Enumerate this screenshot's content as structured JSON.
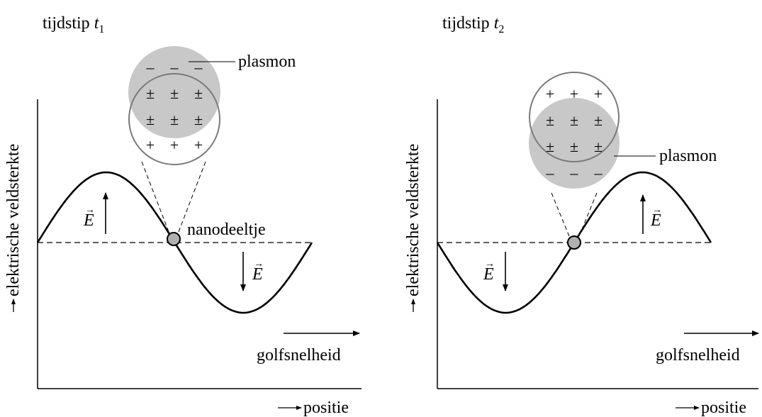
{
  "panels": [
    {
      "title": "tijdstip ",
      "title_var": "t",
      "title_sub": "1",
      "y_axis_label": "elektrische veldsterkte",
      "x_axis_label": "positie",
      "wave_direction_label": "golfsnelheid",
      "plasmon_label": "plasmon",
      "particle_label": "nanodeeltje",
      "field_symbol": "E",
      "field_vector_arrow": "→",
      "charge_rows_top": [
        "–",
        "–",
        "–"
      ],
      "charge_rows_middle": [
        [
          "±",
          "±",
          "±"
        ],
        [
          "±",
          "±",
          "±"
        ]
      ],
      "charge_rows_bottom": [
        "+",
        "+",
        "+"
      ]
    },
    {
      "title": "tijdstip ",
      "title_var": "t",
      "title_sub": "2",
      "y_axis_label": "elektrische veldsterkte",
      "x_axis_label": "positie",
      "wave_direction_label": "golfsnelheid",
      "plasmon_label": "plasmon",
      "field_symbol": "E",
      "field_vector_arrow": "→",
      "charge_rows_top": [
        "+",
        "+",
        "+"
      ],
      "charge_rows_middle": [
        [
          "±",
          "±",
          "±"
        ],
        [
          "±",
          "±",
          "±"
        ]
      ],
      "charge_rows_bottom": [
        "–",
        "–",
        "–"
      ]
    }
  ],
  "colors": {
    "plasmon_fill": "#c8c8c8",
    "particle_fill": "#b0b0b0",
    "line": "#000000",
    "circle_outline": "#7a7a7a"
  }
}
